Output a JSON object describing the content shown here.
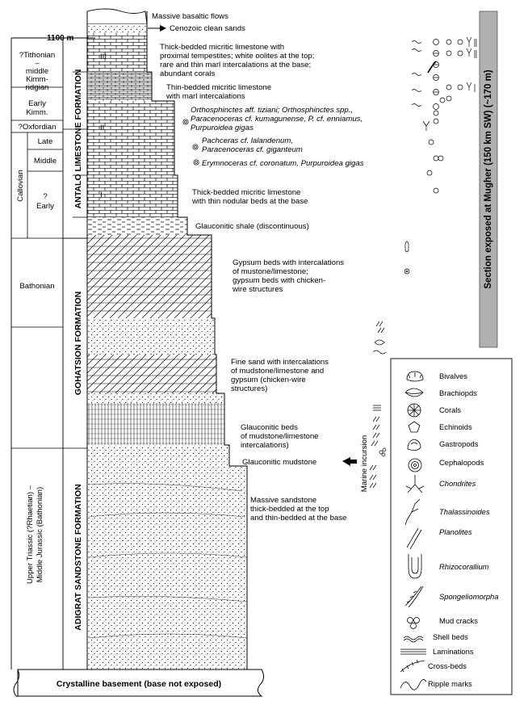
{
  "top": {
    "basalt": "Massive basaltic flows",
    "cenozoic": "Cenozoic clean sands",
    "height_mark": "1100 m"
  },
  "chronostratigraphy": {
    "tithonian": [
      "?Tithonian",
      "–",
      "middle",
      "Kimm-",
      "ridgian"
    ],
    "early_kimm": [
      "Early",
      "Kimm."
    ],
    "oxfordian": "?Oxfordian",
    "callovian": "Callovian",
    "late": "Late",
    "middle": "Middle",
    "early": [
      "?",
      "Early"
    ],
    "bathonian": "Bathonian",
    "triassic_jurassic": [
      "Upper Triassic (?Rhaetian) –",
      "Middle Jurassic (Bathonian)"
    ]
  },
  "formations": {
    "antalo": "ANTALO LIMESTONE FORMATION",
    "gohatsion": "GOHATSION FORMATION",
    "adigrat": "ADIGRAT SANDSTONE FORMATION",
    "units": [
      "III",
      "II",
      "I"
    ]
  },
  "descriptions": {
    "unit3": [
      "Thick-bedded micritic limestone with",
      "proximal tempestites; white oolites at the top;",
      "rare and thin marl intercalations at the base;",
      "abundant corals"
    ],
    "thin_bedded": [
      "Thin-bedded micritic limestone",
      "with marl intercalations"
    ],
    "fossils_a": [
      "Orthosphinctes aff. tiziani; Orthosphinctes spp.,",
      "Paracenoceras cf. kumagunense, P. cf. enniamus,",
      "Purpuroidea gigas"
    ],
    "fossils_b": [
      "Pachceras cf. lalandenum,",
      "Paracenoceras cf. giganteum"
    ],
    "fossils_c": "Erymnoceras cf. coronatum, Purpuroidea gigas",
    "unit1": [
      "Thick-bedded micritic limestone",
      "with thin nodular beds at the base"
    ],
    "shale": "Glauconitic shale (discontinuous)",
    "gypsum": [
      "Gypsum beds with intercalations",
      "of mustone/limestone;",
      "gypsum beds with chicken-",
      "wire structures"
    ],
    "fine_sand": [
      "Fine sand with intercalations",
      "of mudstone/limestone and",
      "gypsum (chicken-wire",
      "structures)"
    ],
    "glauc_beds": [
      "Glauconitic beds",
      "of mudstone/limestone",
      "intercalations)"
    ],
    "glauc_mud": "Glauconitic mudstone",
    "sandstone": [
      "Massive sandstone",
      "thick-bedded at the top",
      "and thin-bedded at the base"
    ],
    "basement": "Crystalline basement (base not exposed)"
  },
  "marine_incursion": "Marine incursion",
  "section_note": "Section exposed at Mugher (150 km SW) (~170 m)",
  "legend": [
    {
      "label": "Bivalves",
      "italic": false
    },
    {
      "label": "Brachiopds",
      "italic": false
    },
    {
      "label": "Corals",
      "italic": false
    },
    {
      "label": "Echinoids",
      "italic": false
    },
    {
      "label": "Gastropods",
      "italic": false
    },
    {
      "label": "Cephalopods",
      "italic": false
    },
    {
      "label": "Chondrites",
      "italic": true
    },
    {
      "label": "Thalassinoides",
      "italic": true
    },
    {
      "label": "Planolites",
      "italic": true
    },
    {
      "label": "Rhizocorallium",
      "italic": true
    },
    {
      "label": "Spongeliomorpha",
      "italic": true
    },
    {
      "label": "Mud cracks",
      "italic": false
    },
    {
      "label": "Shell beds",
      "italic": false
    },
    {
      "label": "Laminations",
      "italic": false
    },
    {
      "label": "Cross-beds",
      "italic": false
    },
    {
      "label": "Ripple marks",
      "italic": false
    }
  ]
}
